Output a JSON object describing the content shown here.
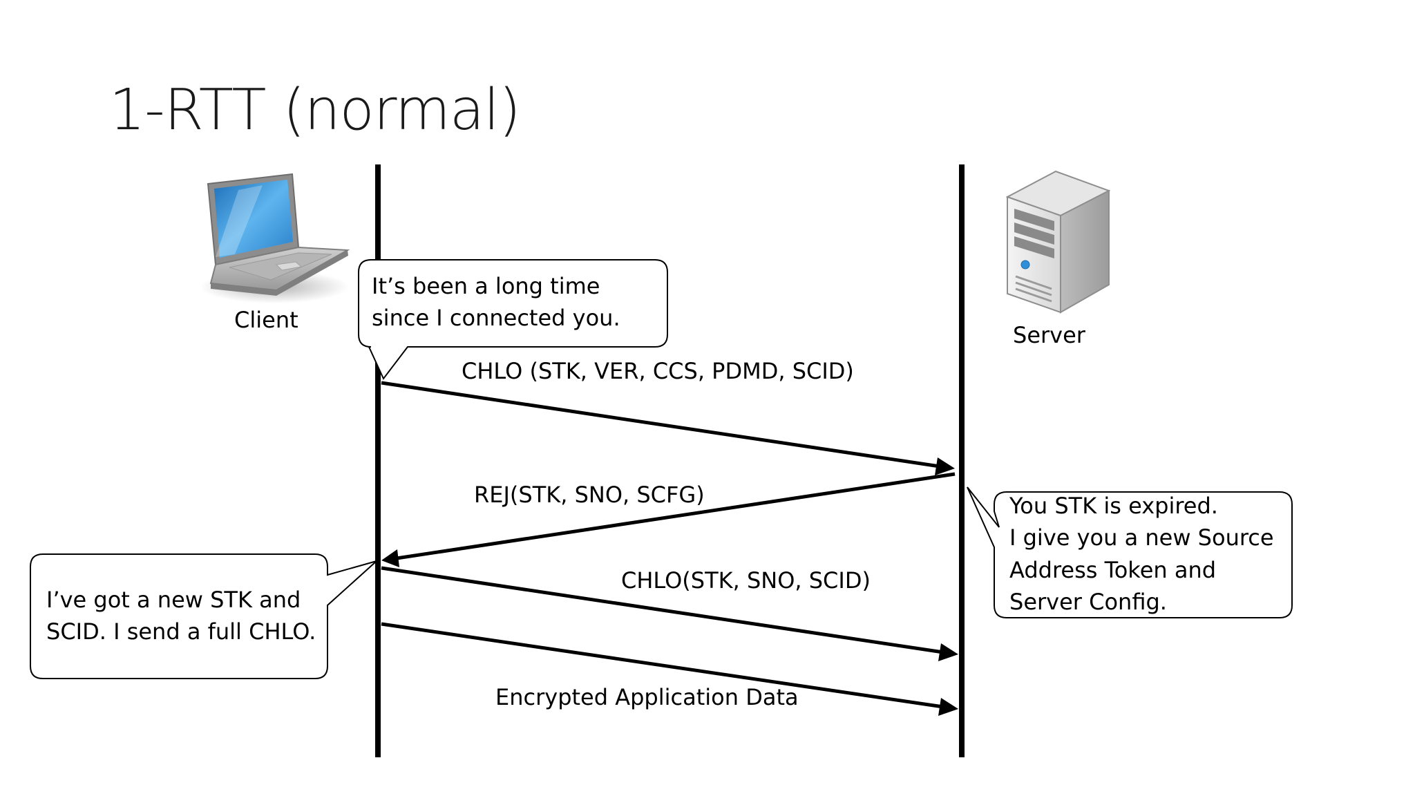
{
  "title": "1-RTT (normal)",
  "actors": {
    "client": {
      "label": "Client",
      "icon": "laptop-icon"
    },
    "server": {
      "label": "Server",
      "icon": "server-tower-icon"
    }
  },
  "messages": [
    {
      "label": "CHLO (STK, VER, CCS, PDMD, SCID)",
      "from": "client",
      "to": "server"
    },
    {
      "label": "REJ(STK, SNO, SCFG)",
      "from": "server",
      "to": "client"
    },
    {
      "label": "CHLO(STK, SNO, SCID)",
      "from": "client",
      "to": "server"
    },
    {
      "label": "Encrypted Application Data",
      "from": "client",
      "to": "server"
    }
  ],
  "callouts": {
    "client_first": {
      "lines": [
        "It’s been a long time",
        "since I connected you."
      ]
    },
    "server_reply": {
      "lines": [
        "You STK is expired.",
        "I give you a new Source",
        "Address Token and",
        "Server Config."
      ]
    },
    "client_second": {
      "lines": [
        "I’ve got a new STK and",
        "SCID. I send a full CHLO."
      ]
    }
  }
}
